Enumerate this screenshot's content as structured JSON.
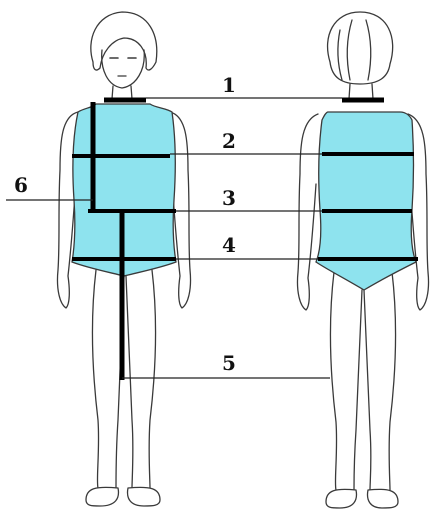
{
  "labels": {
    "l1": "1",
    "l2": "2",
    "l3": "3",
    "l4": "4",
    "l5": "5",
    "l6": "6"
  },
  "colors": {
    "garment": "#8ee3ee",
    "outline": "#3a3a3a",
    "thin_line": "#222222",
    "thick_line": "#000000",
    "background": "#ffffff"
  },
  "views": [
    "front-view-figure",
    "back-view-figure"
  ]
}
